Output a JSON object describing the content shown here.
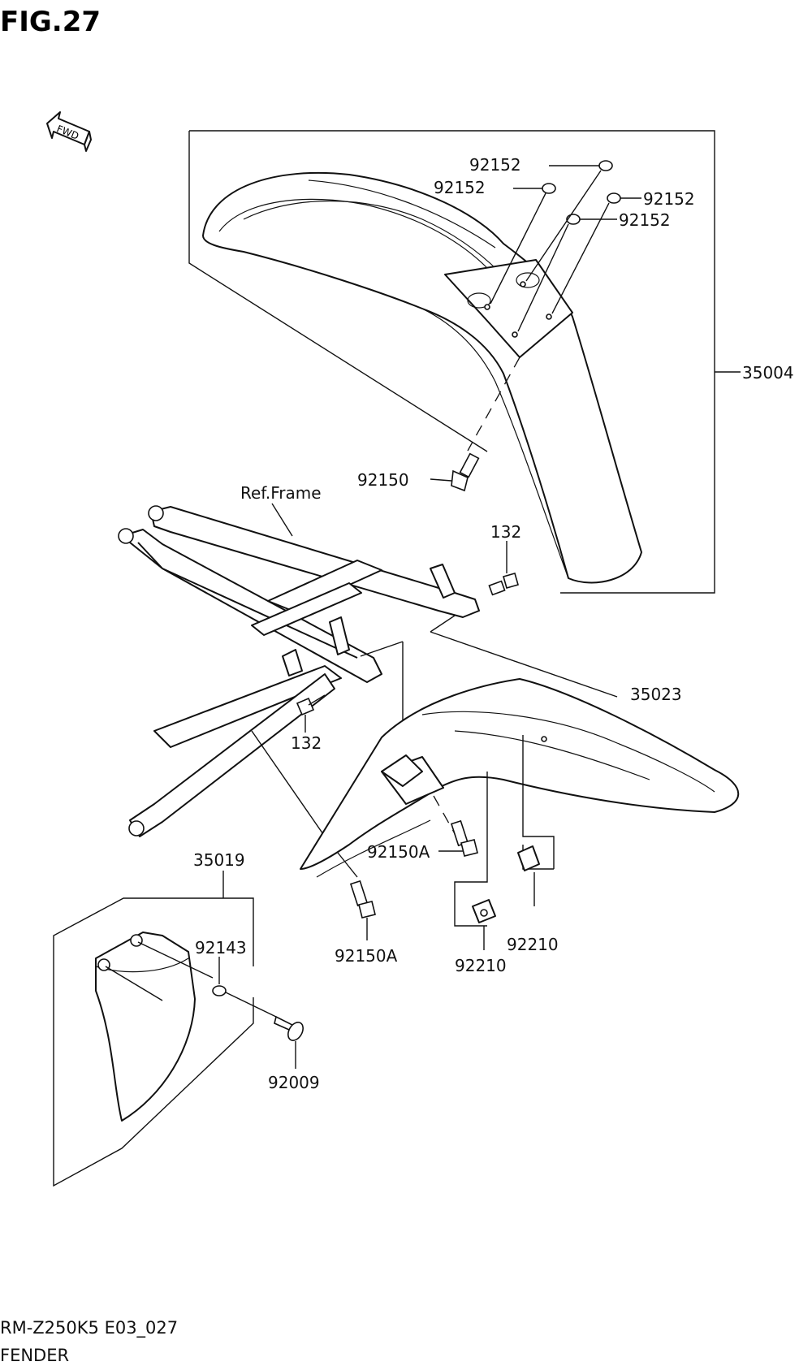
{
  "figure": {
    "title": "FIG.27",
    "fwd_label": "FWD"
  },
  "callouts": {
    "c92152a": "92152",
    "c92152b": "92152",
    "c92152c": "92152",
    "c92152d": "92152",
    "c35004": "35004",
    "c92150": "92150",
    "ref_frame": "Ref.Frame",
    "c132a": "132",
    "c132b": "132",
    "c35023": "35023",
    "c35019": "35019",
    "c92150A_a": "92150A",
    "c92150A_b": "92150A",
    "c92143": "92143",
    "c92210a": "92210",
    "c92210b": "92210",
    "c92009": "92009"
  },
  "footer": {
    "model_code": "RM-Z250K5 E03_027",
    "section_name": "FENDER"
  }
}
